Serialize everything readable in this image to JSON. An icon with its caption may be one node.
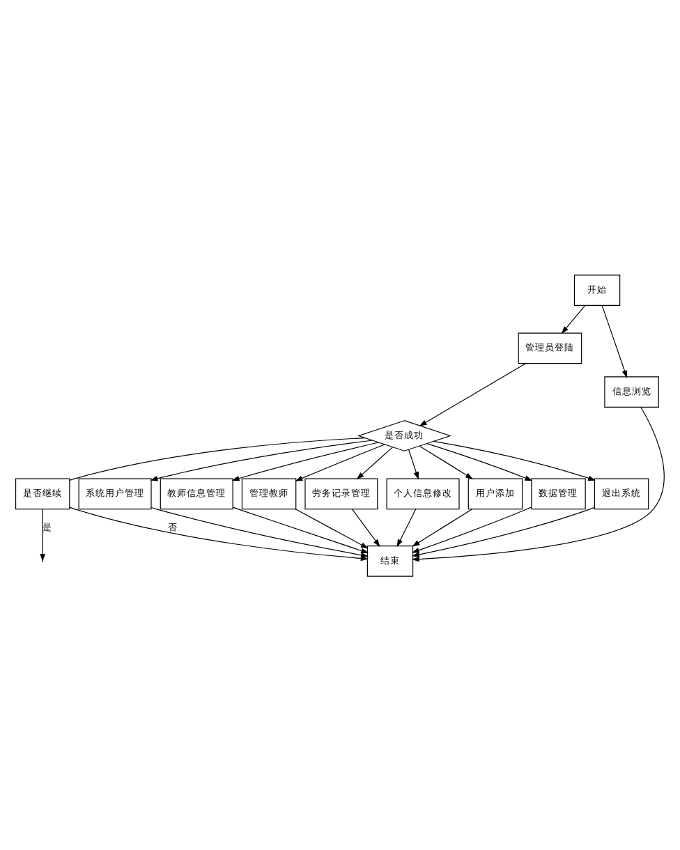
{
  "diagram": {
    "nodes": [
      {
        "text": [
          "开始"
        ]
      },
      {
        "text": [
          "管理员登陆"
        ]
      },
      {
        "text": [
          "信息浏览"
        ]
      },
      {
        "text": [
          "是否成功"
        ]
      },
      {
        "text": [
          "是否继续"
        ]
      },
      {
        "text": [
          "系统用户管理"
        ]
      },
      {
        "text": [
          "教师信息管理"
        ]
      },
      {
        "text": [
          "管理教师"
        ]
      },
      {
        "text": [
          "劳务记录管理"
        ]
      },
      {
        "text": [
          "个人信息修改"
        ]
      },
      {
        "text": [
          "用户添加"
        ]
      },
      {
        "text": [
          "数据管理"
        ]
      },
      {
        "text": [
          "退出系统"
        ]
      },
      {
        "text": [
          "结束"
        ]
      }
    ],
    "edges": [
      {
        "from": 0,
        "to": 1,
        "arrow": "to"
      },
      {
        "from": 0,
        "to": 2,
        "arrow": "to"
      },
      {
        "from": 1,
        "to": 3,
        "arrow": "to"
      },
      {
        "from": 3,
        "to": 4,
        "arrow": "none"
      },
      {
        "from": 3,
        "to": 5,
        "arrow": "to"
      },
      {
        "from": 3,
        "to": 6,
        "arrow": "to"
      },
      {
        "from": 3,
        "to": 7,
        "arrow": "to"
      },
      {
        "from": 3,
        "to": 8,
        "arrow": "to"
      },
      {
        "from": 3,
        "to": 9,
        "arrow": "to"
      },
      {
        "from": 3,
        "to": 10,
        "arrow": "to"
      },
      {
        "from": 3,
        "to": 11,
        "arrow": "to"
      },
      {
        "from": 3,
        "to": 12,
        "arrow": "to"
      },
      {
        "from": 4,
        "to": null,
        "arrow": "to",
        "label": "是"
      },
      {
        "from": 4,
        "to": 13,
        "arrow": "to",
        "label": "否"
      },
      {
        "from": 5,
        "to": 13,
        "arrow": "to"
      },
      {
        "from": 6,
        "to": 13,
        "arrow": "to"
      },
      {
        "from": 7,
        "to": 13,
        "arrow": "to"
      },
      {
        "from": 8,
        "to": 13,
        "arrow": "to"
      },
      {
        "from": 9,
        "to": 13,
        "arrow": "to"
      },
      {
        "from": 10,
        "to": 13,
        "arrow": "to"
      },
      {
        "from": 11,
        "to": 13,
        "arrow": "to"
      },
      {
        "from": 12,
        "to": 13,
        "arrow": "to"
      },
      {
        "from": 2,
        "to": 13,
        "arrow": "to"
      }
    ]
  }
}
